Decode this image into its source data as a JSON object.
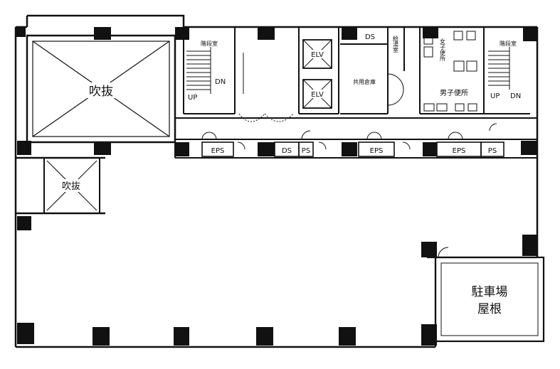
{
  "labels": {
    "void_large": "吹抜",
    "void_small": "吹抜",
    "parking_roof_line1": "駐車場",
    "parking_roof_line2": "屋根",
    "elv_upper": "ELV",
    "elv_lower": "ELV",
    "ds_top": "DS",
    "ds_mid": "DS",
    "eps_1": "EPS",
    "eps_2": "EPS",
    "eps_3": "EPS",
    "ps_1": "PS",
    "ps_2": "PS",
    "womens_toilet": "女子便所",
    "mens_toilet": "男子便所",
    "kitchenette": "給湯室",
    "common_room": "共用倉庫",
    "stair_left_top": "階段室",
    "stair_right_top": "階段室",
    "stair_left_up": "UP",
    "stair_left_dn": "DN",
    "stair_right_up": "UP",
    "stair_right_dn": "DN"
  },
  "colors": {
    "wall": "#111111",
    "background": "#ffffff",
    "column": "#111111"
  }
}
